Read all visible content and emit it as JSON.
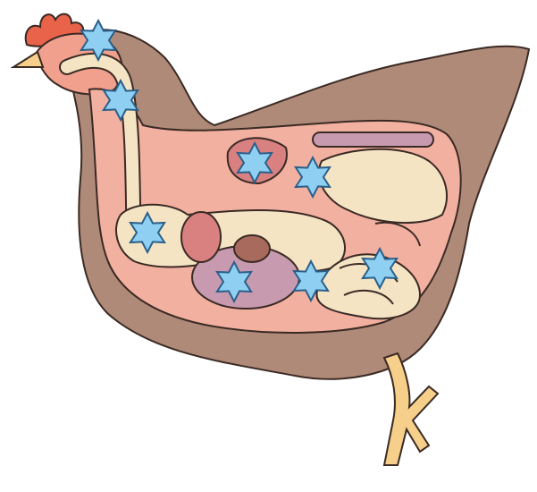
{
  "figure": {
    "subject": "chicken-anatomy-cutaway",
    "colors": {
      "feathers": "#b08a78",
      "body_cavity": "#f2b0a0",
      "comb": "#e8634a",
      "beak": "#f6d08a",
      "digestive_tract": "#f4e4c4",
      "organ_dark": "#a86a5c",
      "organ_purple": "#c89ab0",
      "star_marker": "#8fd0f2",
      "outline": "#3a2a24"
    },
    "markers": [
      {
        "icon": "star-icon",
        "site": "head"
      },
      {
        "icon": "star-icon",
        "site": "esophagus"
      },
      {
        "icon": "star-icon",
        "site": "heart"
      },
      {
        "icon": "star-icon",
        "site": "lung"
      },
      {
        "icon": "star-icon",
        "site": "crop"
      },
      {
        "icon": "star-icon",
        "site": "liver"
      },
      {
        "icon": "star-icon",
        "site": "gizzard"
      },
      {
        "icon": "star-icon",
        "site": "intestine"
      }
    ]
  }
}
